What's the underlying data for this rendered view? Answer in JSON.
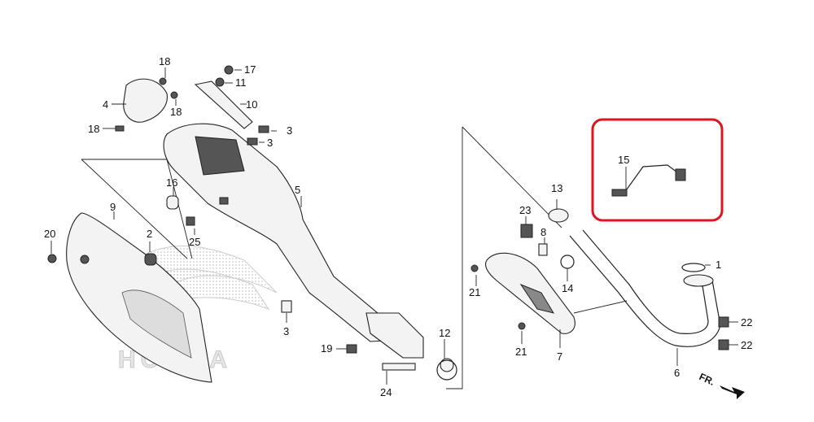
{
  "part_labels": {
    "p1": "1",
    "p2": "2",
    "p3a": "3",
    "p3b": "3",
    "p3c": "3",
    "p4": "4",
    "p5": "5",
    "p6": "6",
    "p7": "7",
    "p8": "8",
    "p9": "9",
    "p10": "10",
    "p11": "11",
    "p12": "12",
    "p13": "13",
    "p14": "14",
    "p15": "15",
    "p16": "16",
    "p17": "17",
    "p18a": "18",
    "p18b": "18",
    "p18c": "18",
    "p19": "19",
    "p20": "20",
    "p21a": "21",
    "p21b": "21",
    "p22a": "22",
    "p22b": "22",
    "p23": "23",
    "p24": "24",
    "p25": "25"
  },
  "front_arrow_label": "FR.",
  "brand_watermark": "HONDA",
  "highlight_color": "#e0141e"
}
